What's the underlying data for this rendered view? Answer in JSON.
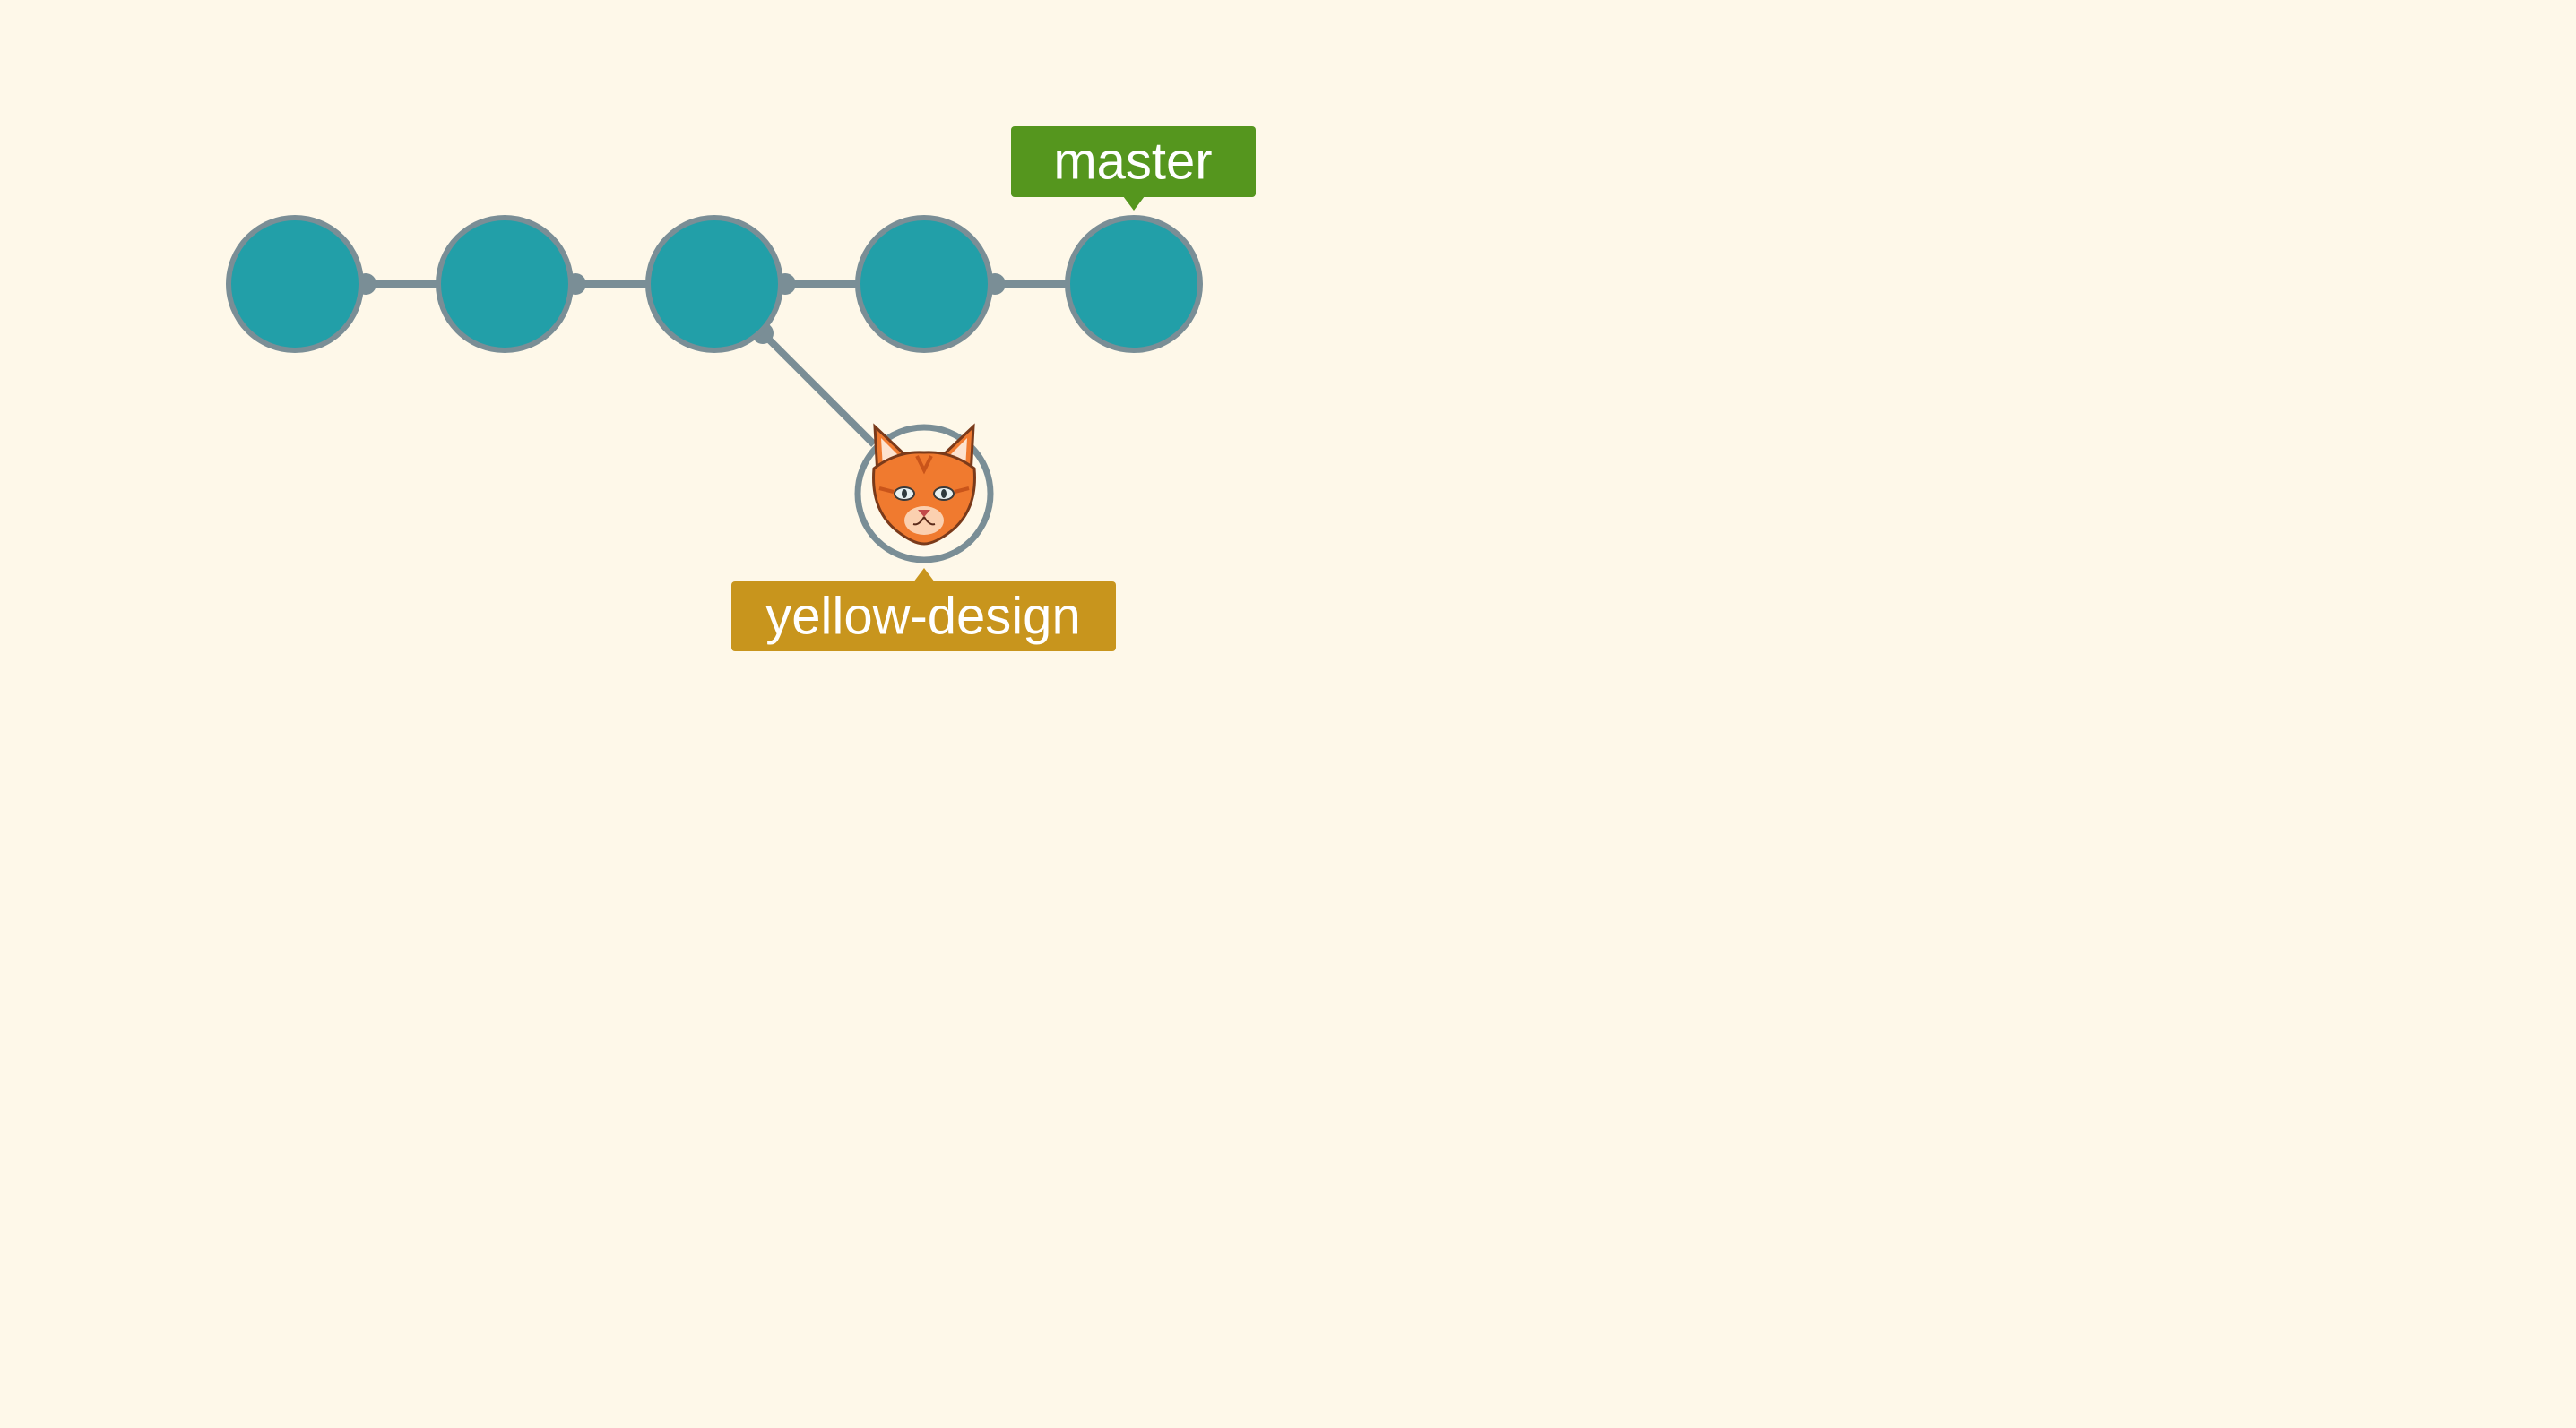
{
  "colors": {
    "background": "#fef8e9",
    "commit_fill": "#229fa8",
    "commit_stroke": "#7a8e96",
    "edge": "#7a8e96",
    "master_tag": "#55961e",
    "branch_tag": "#c8951d",
    "cat_orange": "#f07a2f"
  },
  "diagram": {
    "main_commits": [
      "c1",
      "c2",
      "c3",
      "c4",
      "c5"
    ],
    "branch_commit": {
      "id": "b1",
      "parent": "c3",
      "icon": "cat-face-icon"
    },
    "labels": {
      "master": "master",
      "branch": "yellow-design"
    },
    "master_points_to": "c5",
    "branch_points_to": "b1"
  }
}
